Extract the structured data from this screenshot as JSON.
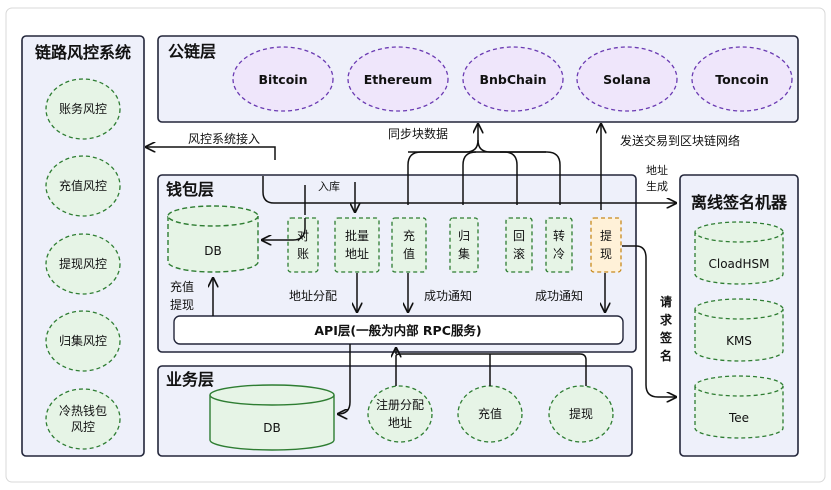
{
  "colors": {
    "panel": "#eef0fa",
    "panel_border": "#23263a",
    "green_fill": "#e6f4e6",
    "green_border": "#2e7d32",
    "purple_fill": "#efe6fb",
    "purple_border": "#6a3ab2",
    "orange_fill": "#fff1d8",
    "orange_border": "#c88a1d"
  },
  "risk": {
    "title": "链路风控系统",
    "items": [
      "账务风控",
      "充值风控",
      "提现风控",
      "归集风控",
      [
        "冷热钱包",
        "风控"
      ]
    ]
  },
  "chain": {
    "title": "公链层",
    "items": [
      "Bitcoin",
      "Ethereum",
      "BnbChain",
      "Solana",
      "Toncoin"
    ]
  },
  "wallet": {
    "title": "钱包层",
    "db": "DB",
    "modules": [
      [
        "对",
        "账"
      ],
      [
        "批量",
        "地址"
      ],
      [
        "充",
        "值"
      ],
      [
        "归",
        "集"
      ],
      [
        "回",
        "滚"
      ],
      [
        "转",
        "冷"
      ],
      [
        "提",
        "现"
      ]
    ],
    "api": "API层(一般为内部 RPC服务)"
  },
  "business": {
    "title": "业务层",
    "db": "DB",
    "items": [
      [
        "注册分配",
        "地址"
      ],
      [
        "充值"
      ],
      [
        "提现"
      ]
    ]
  },
  "signer": {
    "title": "离线签名机器",
    "items": [
      "CloadHSM",
      "KMS",
      "Tee"
    ]
  },
  "labels": {
    "risk_access": "风控系统接入",
    "sync_block": "同步块数据",
    "send_tx": "发送交易到区块链网络",
    "addr_gen": [
      "地址",
      "生成"
    ],
    "ingest": "入库",
    "deposit_withdraw": [
      "充值",
      "提现"
    ],
    "addr_assign": "地址分配",
    "success_notify_1": "成功通知",
    "success_notify_2": "成功通知",
    "request_sign": [
      "请",
      "求",
      "签",
      "名"
    ]
  }
}
